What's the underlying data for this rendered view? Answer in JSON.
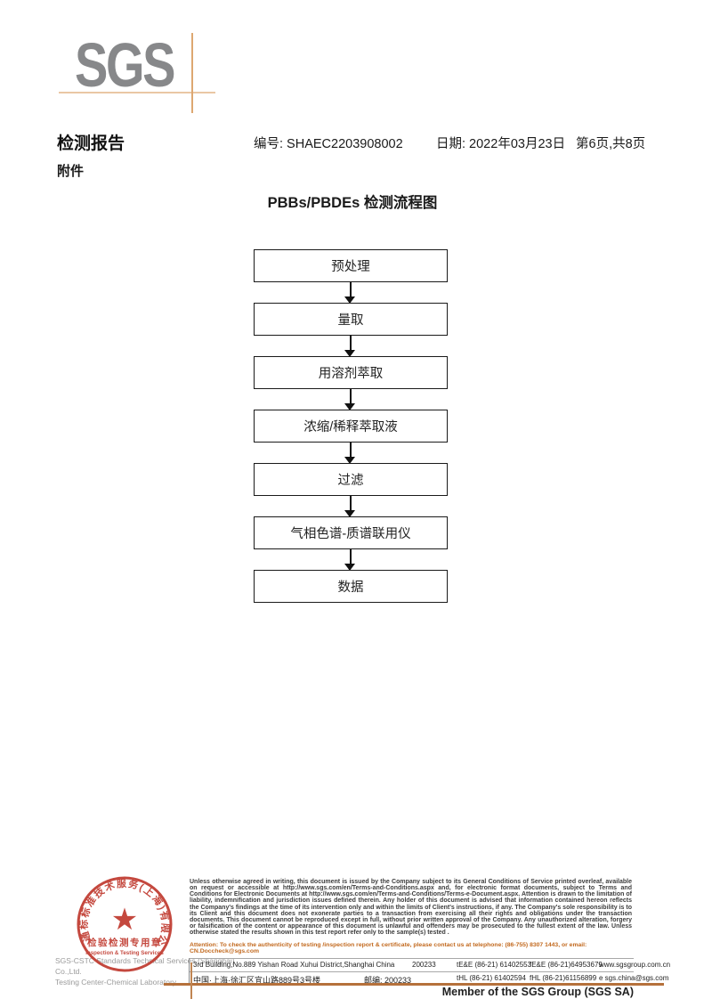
{
  "logo": {
    "text": "SGS"
  },
  "header": {
    "report_title": "检测报告",
    "report_no": "编号: SHAEC2203908002",
    "report_date": "日期: 2022年03月23日",
    "page_info": "第6页,共8页",
    "attachment": "附件"
  },
  "flowchart": {
    "title": "PBBs/PBDEs 检测流程图",
    "steps": [
      "预处理",
      "量取",
      "用溶剂萃取",
      "浓缩/稀释萃取液",
      "过滤",
      "气相色谱-质谱联用仪",
      "数据"
    ]
  },
  "stamp": {
    "ring_text": "通标标准技术服务(上海)有限公司",
    "star_icon": "★",
    "seal_title": "检验检测专用章",
    "seal_subtitle": "Inspection & Testing Services",
    "company_en_line1": "SGS-CSTC Standards Technical Services (Shanghai) Co.,Ltd.",
    "company_en_line2": "Testing Center-Chemical Laboratory"
  },
  "footer": {
    "legal_text": "Unless otherwise agreed in writing, this document is issued by the Company subject to its General Conditions of Service printed overleaf, available on request or accessible at http://www.sgs.com/en/Terms-and-Conditions.aspx and, for electronic format documents, subject to Terms and Conditions for Electronic Documents at http://www.sgs.com/en/Terms-and-Conditions/Terms-e-Document.aspx. Attention is drawn to the limitation of liability, indemnification and jurisdiction issues defined therein. Any holder of this document is advised that information contained hereon reflects the Company's findings at the time of its intervention only and within the limits of Client's instructions, if any. The Company's sole responsibility is to its Client and this document does not exonerate parties to a transaction from exercising all their rights and obligations under the transaction documents. This document cannot be reproduced except in full, without prior written approval of the Company. Any unauthorized alteration, forgery or falsification of the content or appearance of this document is unlawful and offenders may be prosecuted to the fullest extent of the law. Unless otherwise stated the results shown in this test report refer only to the sample(s) tested .",
    "attention_text": "Attention: To check the authenticity of testing /inspection report & certificate, please contact us at telephone: (86-755) 8307 1443, or email: CN.Doccheck@sgs.com",
    "address_en": "3rd Building,No.889 Yishan Road Xuhui District,Shanghai China",
    "postcode_en": "200233",
    "tel_en": "tE&E (86-21) 61402553",
    "fax_en": "fE&E (86-21)64953679",
    "website": "www.sgsgroup.com.cn",
    "address_cn": "中国·上海·徐汇区宜山路889号3号楼",
    "postcode_cn": "邮编: 200233",
    "tel_cn": "tHL (86-21) 61402594",
    "fax_cn": "fHL (86-21)61156899",
    "email": "e sgs.china@sgs.com",
    "member_text": "Member of the SGS Group (SGS SA)"
  },
  "colors": {
    "logo_gray": "#87888a",
    "crosshair_tan": "#eac7a4",
    "stamp_red": "#c0392e",
    "attention_orange": "#c2691e",
    "footer_rule_orange": "#b5713b"
  }
}
